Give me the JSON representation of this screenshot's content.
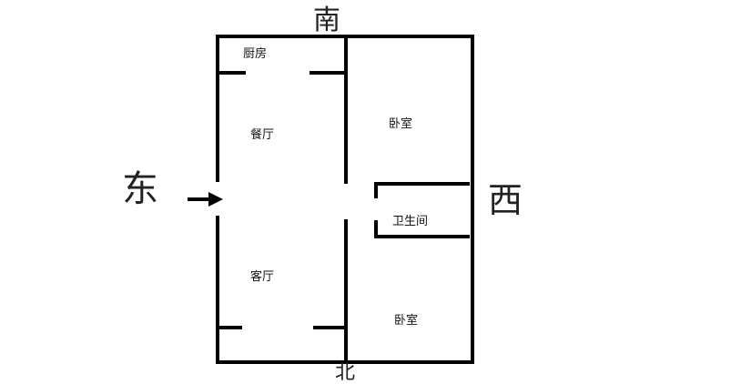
{
  "plan": {
    "rooms": {
      "kitchen": "厨房",
      "dining": "餐厅",
      "living": "客厅",
      "bedroom_top": "卧室",
      "bathroom": "卫生间",
      "bedroom_bottom": "卧室"
    },
    "directions": {
      "south": "南",
      "north": "北",
      "east": "东",
      "west": "西"
    },
    "colors": {
      "wall": "#000000",
      "background": "#ffffff"
    },
    "entrance_marker": "arrow-right"
  }
}
